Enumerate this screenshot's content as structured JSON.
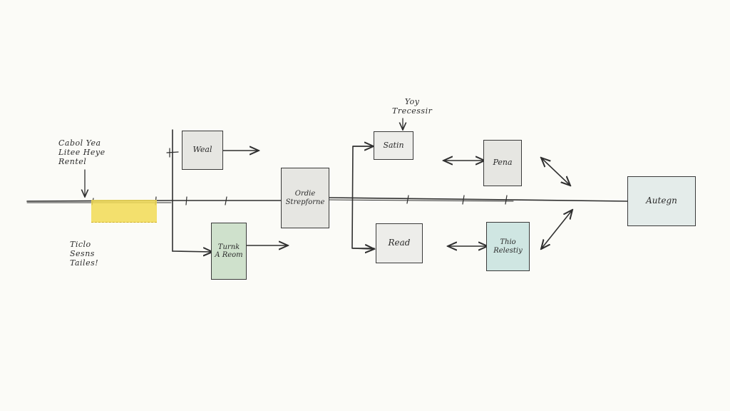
{
  "colors": {
    "paper": "#fbfbf7",
    "ink": "#2f2f2f",
    "gray_fill": "#e6e6e2",
    "green_fill": "#cfe1cc",
    "teal_fill": "#cfe6e2",
    "light_teal_fill": "#e4ecea",
    "highlight_yellow": "#f2dc55"
  },
  "annotations": {
    "top_left": "Cabol Yea\nLitee Heye\nRentel",
    "bottom_left": "Ticlo\nSesns\nTailes!",
    "top_middle": "Yoy\nTrecessir"
  },
  "nodes": {
    "weal": "Weal",
    "turnk": "Turnk\nA Reom",
    "center": "Ordie\nStrepforne",
    "satin": "Satin",
    "read": "Read",
    "pena": "Pena",
    "thio": "Thio\nRelestiy",
    "autegn": "Autegn"
  }
}
